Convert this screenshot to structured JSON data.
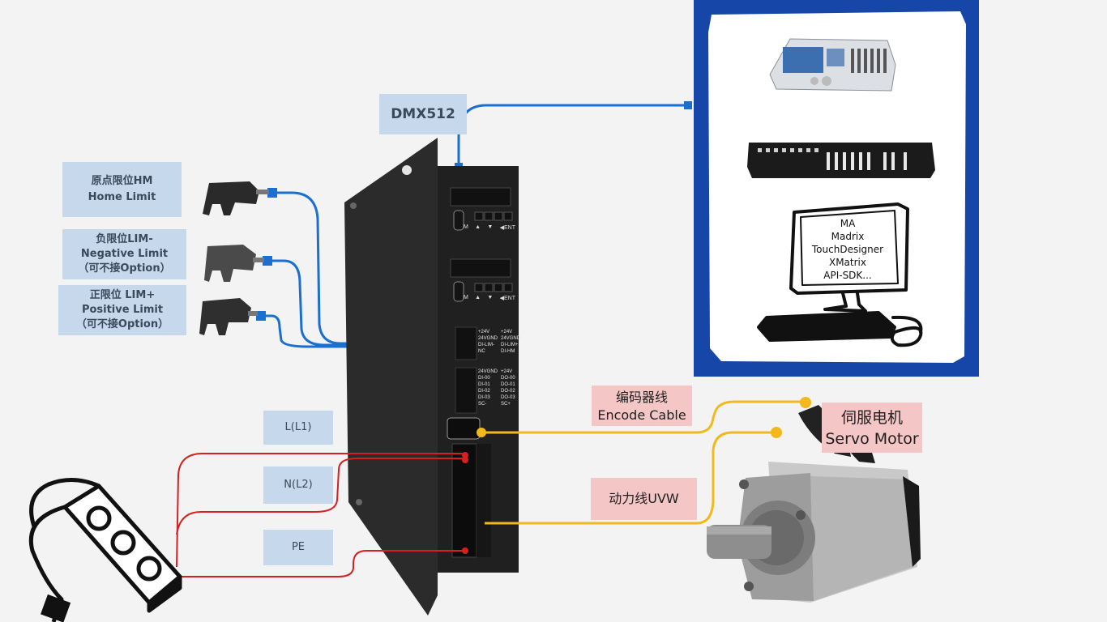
{
  "dmx_label": "DMX512",
  "home_limit": {
    "line1": "原点限位HM",
    "line2": "Home Limit"
  },
  "neg_limit": {
    "line1": "负限位LIM-",
    "line2": "Negative Limit",
    "line3": "（可不接Option）"
  },
  "pos_limit": {
    "line1": "正限位 LIM+",
    "line2": "Positive Limit",
    "line3": "（可不接Option）"
  },
  "encoder": {
    "line1": "编码器线",
    "line2": "Encode Cable"
  },
  "servo": {
    "line1": "伺服电机",
    "line2": "Servo Motor"
  },
  "power_uvw": "动力线UVW",
  "l1": "L(L1)",
  "n2": "N(L2)",
  "pe": "PE",
  "software": [
    "MA",
    "Madrix",
    "TouchDesigner",
    "XMatrix",
    "API-SDK..."
  ],
  "drive": {
    "buttons": [
      "M",
      "▲",
      "▼",
      "◀ENT"
    ],
    "io_top_left": [
      "+24V",
      "24VGND",
      "DI-LIM-",
      "NC"
    ],
    "io_top_right": [
      "+24V",
      "24VGND",
      "DI-LIM+",
      "DI-HM"
    ],
    "io_mid_left": [
      "24VGND",
      "DI-00",
      "DI-01",
      "DI-02",
      "DI-03",
      "SC-"
    ],
    "io_mid_right": [
      "+24V",
      "DO-00",
      "DO-01",
      "DO-02",
      "DO-03",
      "SC+"
    ]
  },
  "colors": {
    "signal_blue": "#1a6fd1",
    "encoder_yellow": "#f2b81c",
    "power_red": "#d42020",
    "frame_blue": "#1546a8"
  }
}
